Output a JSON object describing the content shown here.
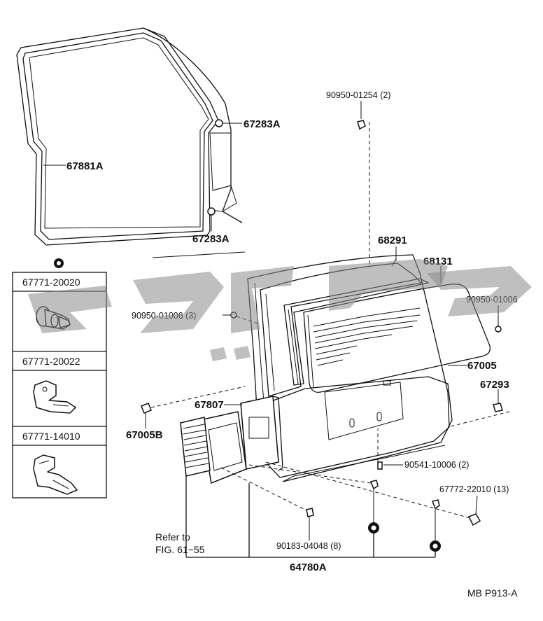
{
  "labels": {
    "door_seal_clip_upper": "67283A",
    "door_seal_clip_lower": "67283A",
    "door_weatherstrip": "67881A",
    "bolt_top": "90950-01254 (2)",
    "window_weatherstrip": "68291",
    "back_door_glass": "68131",
    "grommet_left": "90950-01006 (3)",
    "grommet_right": "90950-01006",
    "back_door_panel": "67005",
    "stopper_right": "67293",
    "trim_board": "67807",
    "stopper_left": "67005B",
    "plug": "90541-10006 (2)",
    "clip_right": "67772-22010 (13)",
    "refer_to_line1": "Refer to",
    "refer_to_line2": "FIG. 61−55",
    "screw": "90183-04048 (8)",
    "trim_assembly": "64780A",
    "figure_code": "MB P913-A"
  },
  "legend": {
    "items": [
      {
        "part_no": "67771-20020",
        "icon": "push-clip-icon"
      },
      {
        "part_no": "67771-20022",
        "icon": "bracket-clip-icon"
      },
      {
        "part_no": "67771-14010",
        "icon": "hook-clip-icon"
      }
    ]
  },
  "colors": {
    "line": "#111111",
    "background": "#ffffff",
    "watermark": "#8a8a8a"
  }
}
